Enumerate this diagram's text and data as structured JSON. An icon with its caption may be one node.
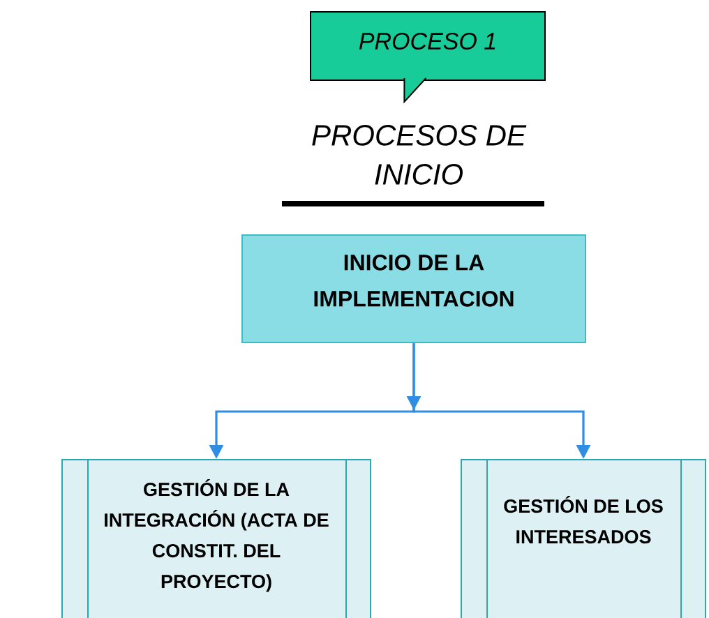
{
  "diagram": {
    "title": "PROCESOS DE INICIO",
    "nodes": [
      {
        "text": [
          "PROCESO 1"
        ]
      },
      {
        "text": [
          "INICIO DE LA IMPLEMENTACION"
        ]
      },
      {
        "text": [
          "GESTIÓN DE LA INTEGRACIÓN (ACTA DE CONSTIT. DEL PROYECTO)"
        ]
      },
      {
        "text": [
          "GESTIÓN DE LOS INTERESADOS"
        ]
      }
    ],
    "edges": [
      {
        "from": 1,
        "to": 2,
        "arrow": "to"
      },
      {
        "from": 1,
        "to": 3,
        "arrow": "to"
      }
    ]
  }
}
